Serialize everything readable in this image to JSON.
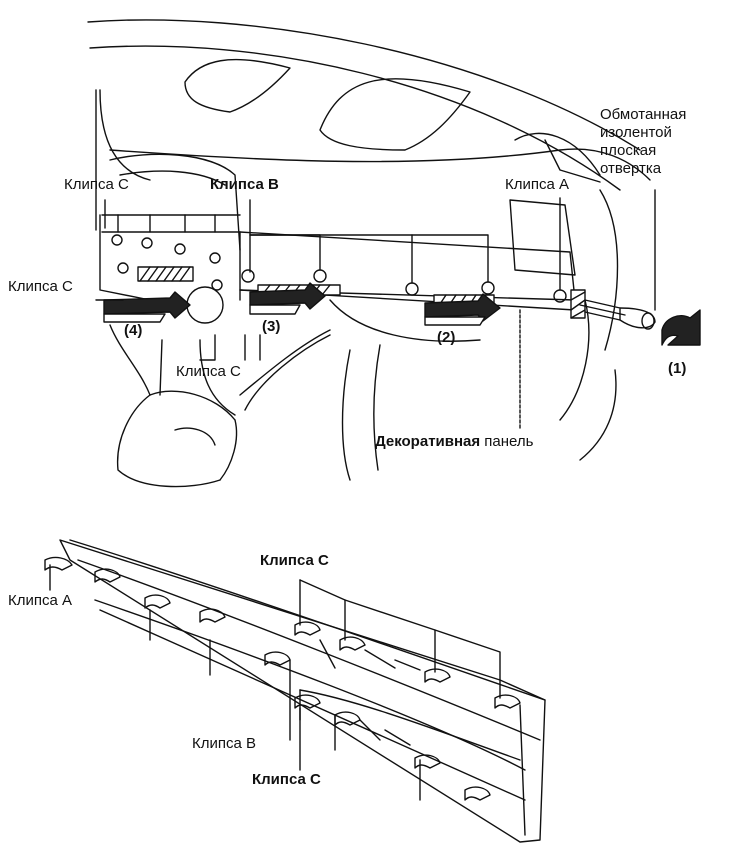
{
  "top_diagram": {
    "label_screwdriver": "Обмотанная\nизолентой\nплоская\nотвертка",
    "label_clip_c_top": "Клипса С",
    "label_clip_b_top": "Клипса В",
    "label_clip_a_top": "Клипса А",
    "label_clip_c_left": "Клипса С",
    "label_clip_c_bottom": "Клипса С",
    "label_step_1": "(1)",
    "label_step_2": "(2)",
    "label_step_3": "(3)",
    "label_step_4": "(4)",
    "label_panel_bold": "Декоративная",
    "label_panel_rest": " панель"
  },
  "bottom_diagram": {
    "label_clip_c_upper": "Клипса С",
    "label_clip_a": "Клипса А",
    "label_clip_b": "Клипса В",
    "label_clip_c_lower": "Клипса С"
  }
}
